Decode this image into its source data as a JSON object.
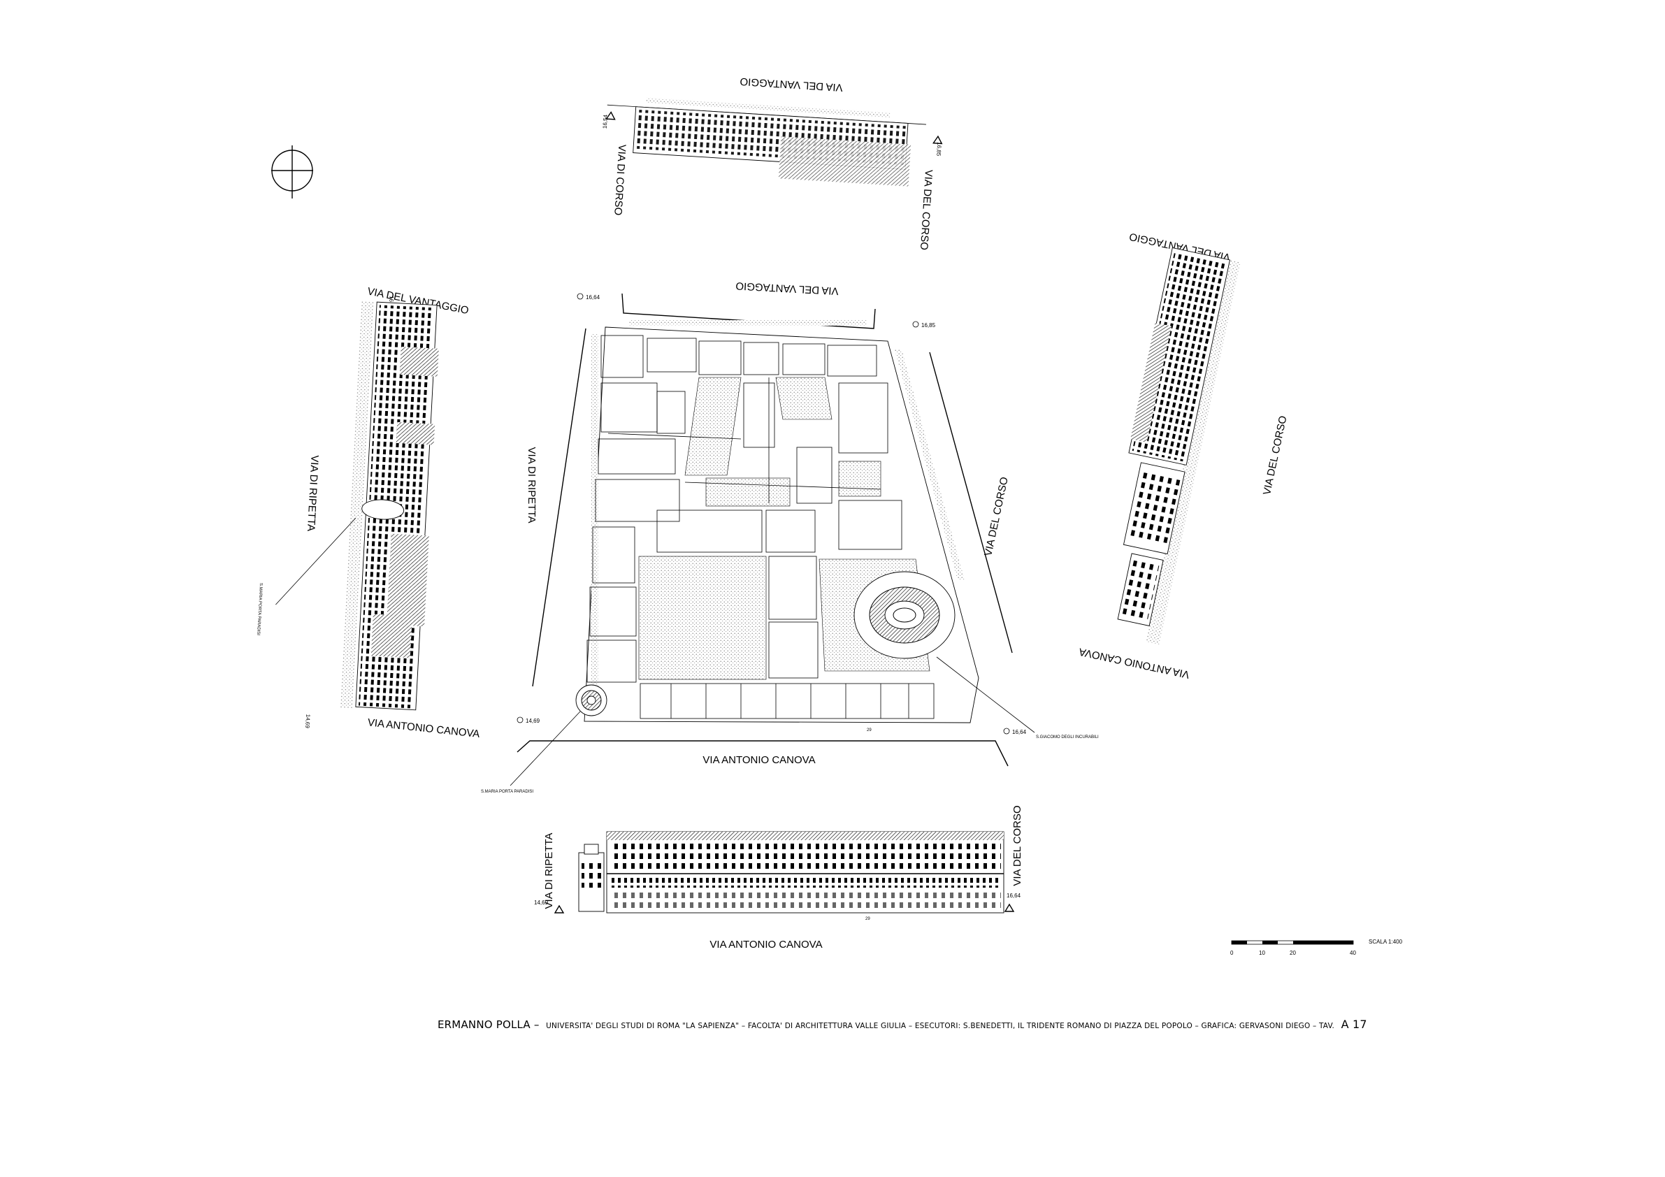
{
  "streets": {
    "vantaggio": "VIA DEL VANTAGGIO",
    "corso": "VIA DEL CORSO",
    "ripetta": "VIA DI RIPETTA",
    "canova": "VIA ANTONIO CANOVA"
  },
  "elevations": {
    "nw": "16,64",
    "ne": "16,85",
    "sw": "14,69",
    "se": "16,64",
    "top_left": "16,54",
    "top_right": "16,85",
    "bottom_left": "14,69",
    "bottom_right": "16,64"
  },
  "churches": {
    "porta_paradisi": "S.MARIA PORTA PARADISI",
    "incurabili": "S.GIACOMO DEGLI INCURABILI"
  },
  "scale": {
    "label": "SCALA 1:400",
    "ticks": [
      "0",
      "10",
      "20",
      "40"
    ]
  },
  "title_block": {
    "author": "ERMANNO POLLA –",
    "text": "UNIVERSITA' DEGLI STUDI DI ROMA \"LA SAPIENZA\" – FACOLTA' DI ARCHITETTURA VALLE GIULIA – ESECUTORI: S.BENEDETTI, IL TRIDENTE ROMANO DI PIAZZA DEL POPOLO – GRAFICA: GERVASONI DIEGO – TAV.",
    "sheet": "A 17"
  },
  "civic_numbers": {
    "canova_bottom": "29"
  }
}
